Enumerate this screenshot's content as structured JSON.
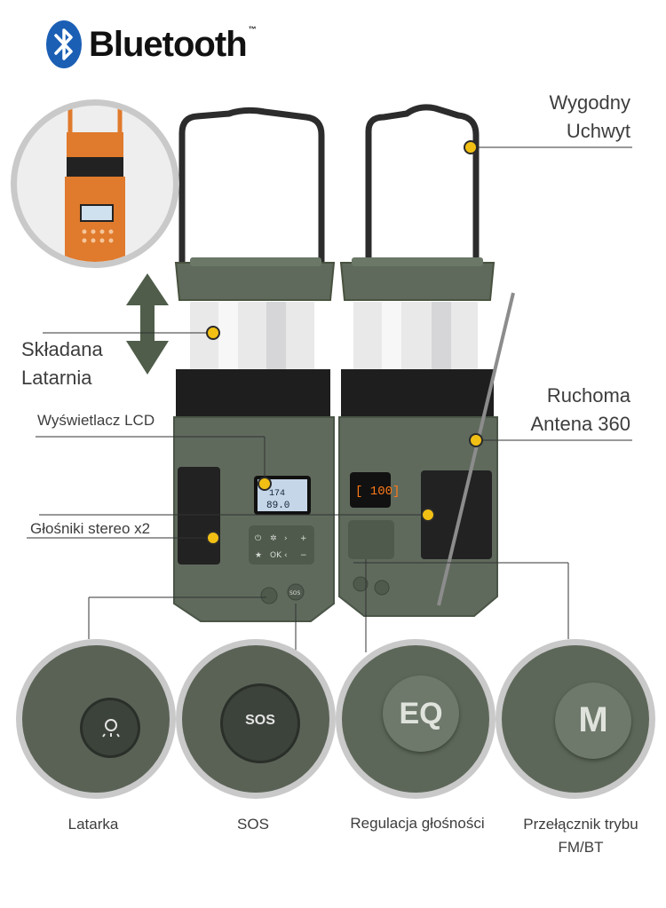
{
  "brand": {
    "logo_text": "Bluetooth",
    "trademark": "™"
  },
  "features": {
    "handle": {
      "line1": "Wygodny",
      "line2": "Uchwyt"
    },
    "lantern": {
      "line1": "Składana",
      "line2": "Latarnia"
    },
    "lcd": "Wyświetlacz LCD",
    "speakers": "Głośniki stereo x2",
    "antenna": {
      "line1": "Ruchoma",
      "line2": "Antena 360"
    }
  },
  "buttons": [
    {
      "caption": "Latarka",
      "icon_name": "flashlight-icon",
      "glyph": ""
    },
    {
      "caption": "SOS",
      "icon_name": "sos-icon",
      "glyph": "SOS"
    },
    {
      "caption": "Regulacja głośności",
      "icon_name": "eq-icon",
      "glyph": "EQ"
    },
    {
      "caption_line1": "Przełącznik trybu",
      "caption_line2": "FM/BT",
      "icon_name": "mode-icon",
      "glyph": "M"
    }
  ],
  "lcd_screen": {
    "line1": "174",
    "line2": "89.0"
  },
  "colors": {
    "body": "#5f6a5c",
    "accent_dot": "#f2c014",
    "inset_orange": "#e07a2c",
    "arrow": "#4f5d4a"
  }
}
